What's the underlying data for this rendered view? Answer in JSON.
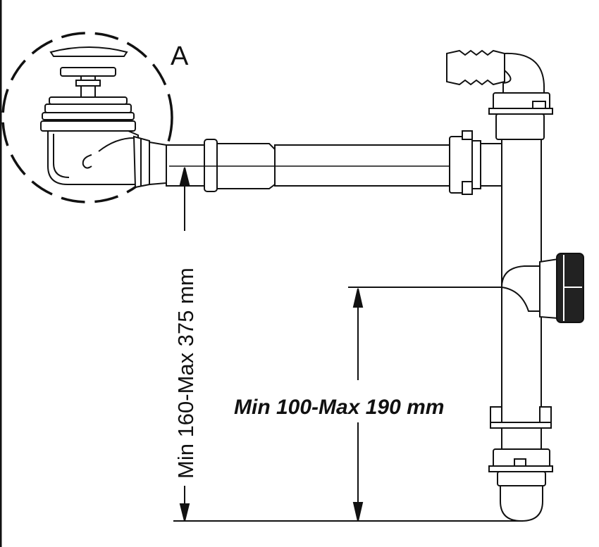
{
  "labels": {
    "detail_marker": "A",
    "outlet_height": "Min 160-Max 375 mm",
    "inlet_height": "Min 100-Max 190 mm"
  },
  "colors": {
    "line": "#111111",
    "fill": "#ffffff"
  }
}
